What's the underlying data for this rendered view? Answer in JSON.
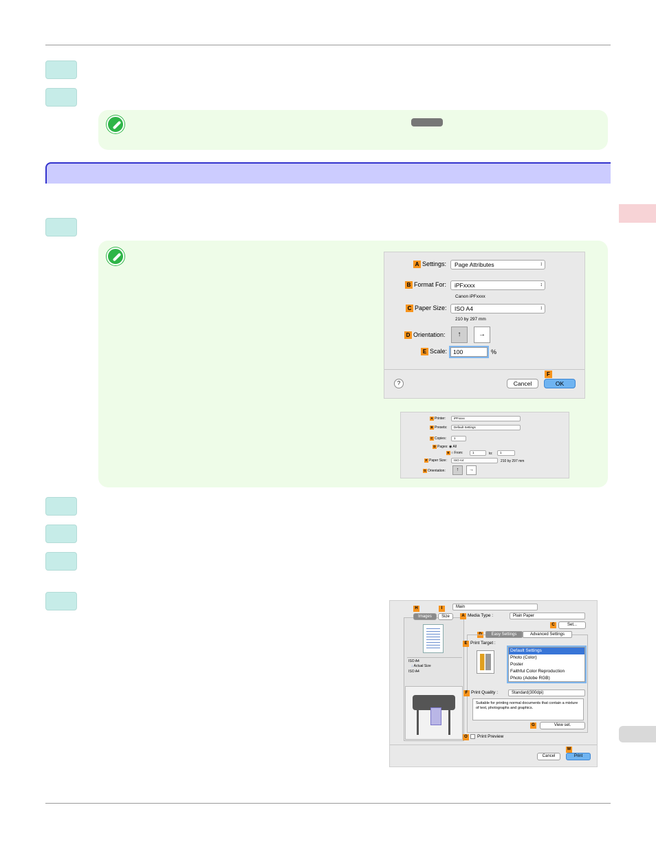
{
  "page": {
    "side_tab_top_color": "#f7d3d6",
    "side_tab_bottom_color": "#d9d9d9"
  },
  "note1": {
    "icon": "pencil-note-icon",
    "keycap_color": "#777777"
  },
  "note2": {
    "icon": "pencil-note-icon"
  },
  "page_setup_dialog": {
    "settings_label": "Settings:",
    "settings_value": "Page Attributes",
    "format_for_label": "Format For:",
    "format_for_value": "iPFxxxx",
    "format_for_sub": "Canon iPFxxxx",
    "paper_size_label": "Paper Size:",
    "paper_size_value": "ISO A4",
    "paper_size_sub": "210 by 297 mm",
    "orientation_label": "Orientation:",
    "scale_label": "Scale:",
    "scale_value": "100",
    "scale_unit": "%",
    "help_label": "?",
    "cancel_label": "Cancel",
    "ok_label": "OK",
    "badges": {
      "a": "A",
      "b": "B",
      "c": "C",
      "d": "D",
      "e": "E",
      "f": "F"
    }
  },
  "print_dialog_small": {
    "printer_label": "Printer:",
    "printer_value": "iPFxxxx",
    "presets_label": "Presets:",
    "presets_value": "Default Settings",
    "copies_label": "Copies:",
    "copies_value": "1",
    "pages_label": "Pages:",
    "pages_all": "All",
    "from_label": "From:",
    "from_value": "1",
    "to_label": "to:",
    "to_value": "1",
    "paper_size_label": "Paper Size:",
    "paper_size_value": "ISO A4",
    "paper_size_sub": "210 by 297 mm",
    "orientation_label": "Orientation:",
    "badges": {
      "a": "A",
      "b": "B",
      "c": "C",
      "d": "D",
      "e": "E",
      "f": "F",
      "g": "G"
    }
  },
  "print_dialog_main": {
    "panel_value": "Main",
    "tab_images": "Images",
    "tab_size": "Size",
    "media_type_label": "Media Type :",
    "media_type_value": "Plain Paper",
    "set_button": "Set...",
    "easy_settings_tab": "Easy Settings",
    "advanced_settings_tab": "Advanced Settings",
    "print_target_label": "Print Target :",
    "print_targets": [
      "Default Settings",
      "Photo (Color)",
      "Poster",
      "Faithful Color Reproduction",
      "Photo (Adobe RGB)"
    ],
    "print_quality_label": "Print Quality :",
    "print_quality_value": "Standard(300dpi)",
    "description": "Suitable for printing normal documents that contain a mixture of text, photographs and graphics.",
    "view_set_button": "View set.",
    "print_preview_label": "Print Preview",
    "size_line1": "ISO A4",
    "size_line2": "Actual Size",
    "size_line3": "ISO A4",
    "cancel_label": "Cancel",
    "print_label": "Print",
    "badges": {
      "h": "H",
      "i": "I",
      "a": "A",
      "c": "C",
      "d": "D",
      "e": "E",
      "f": "F",
      "g": "G",
      "o": "O",
      "m": "M"
    }
  }
}
